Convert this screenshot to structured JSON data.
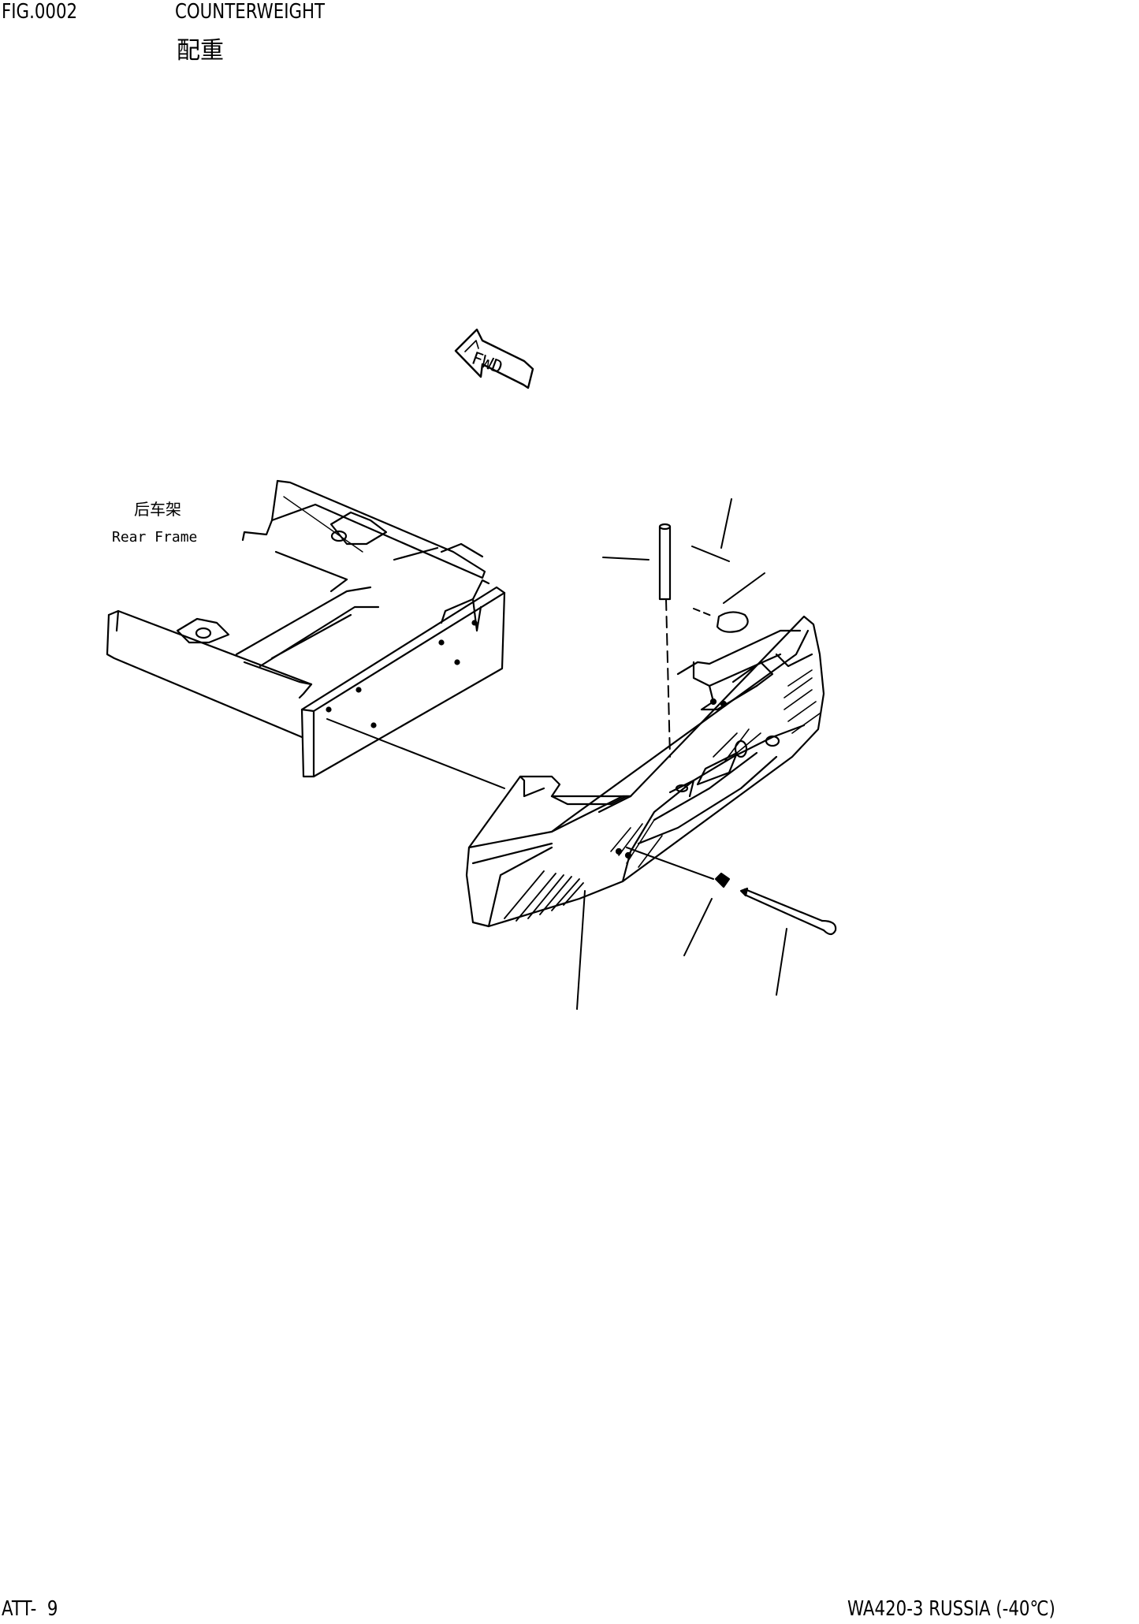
{
  "header": {
    "fig_number": "FIG.0002",
    "title_en": "COUNTERWEIGHT",
    "title_cn": "配重"
  },
  "diagram": {
    "fwd_arrow": "FWD",
    "rear_frame_cn": "后车架",
    "rear_frame_en": "Rear Frame"
  },
  "footer": {
    "page": "ATT-  9",
    "model": "WA420-3 RUSSIA (-40℃)"
  },
  "colors": {
    "line": "#000000",
    "background": "#ffffff"
  }
}
